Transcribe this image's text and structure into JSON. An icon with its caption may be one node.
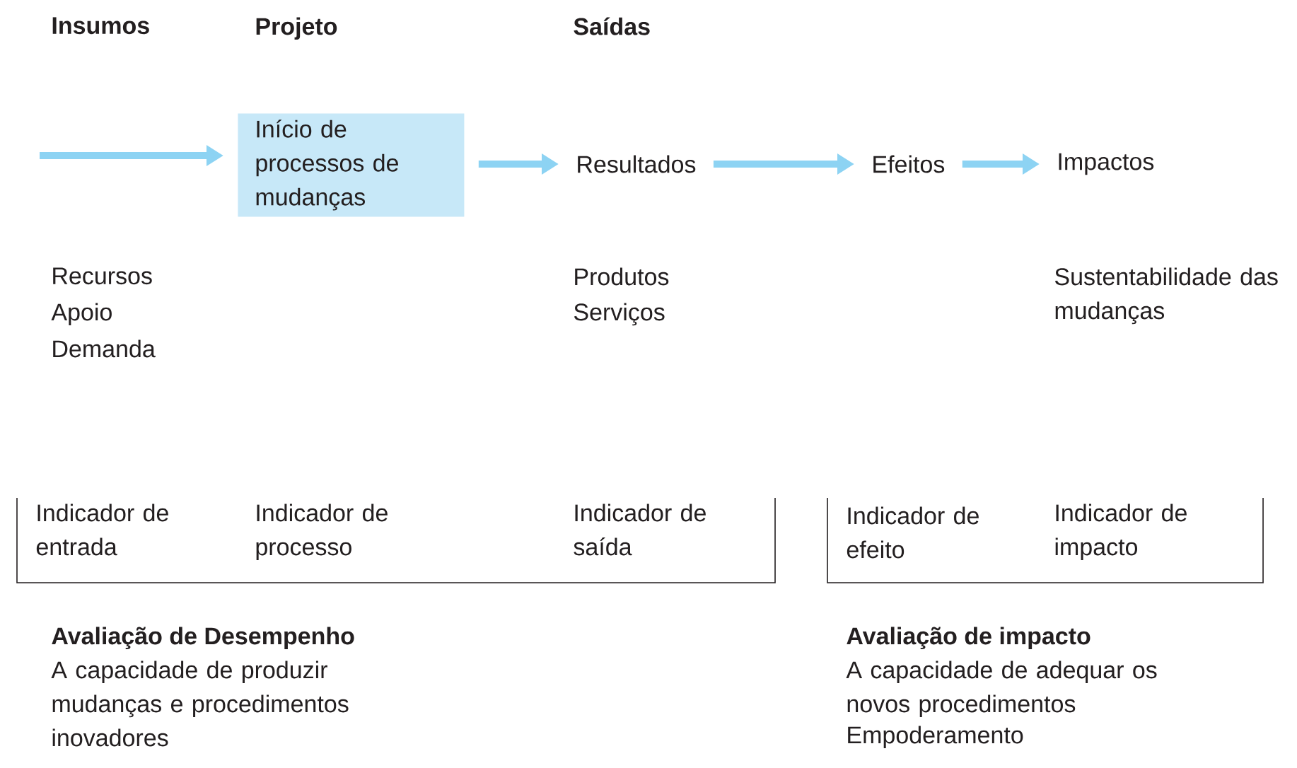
{
  "diagram": {
    "nodes": [
      {
        "text": [
          "Início de processos de mudanças"
        ]
      },
      {
        "text": [
          "Resultados"
        ]
      },
      {
        "text": [
          "Efeitos"
        ]
      },
      {
        "text": [
          "Impactos"
        ]
      }
    ],
    "edges": [
      {
        "from": null,
        "to": 0,
        "arrow": "to"
      },
      {
        "from": 0,
        "to": 1,
        "arrow": "to"
      },
      {
        "from": 1,
        "to": 2,
        "arrow": "to"
      },
      {
        "from": 2,
        "to": 3,
        "arrow": "to"
      }
    ],
    "labels": [
      "Insumos",
      "Projeto",
      "Saídas",
      "Recursos",
      "Apoio",
      "Demanda",
      "Produtos",
      "Serviços",
      "Sustentabilidade das mudanças",
      "Indicador de entrada",
      "Indicador de processo",
      "Indicador de saída",
      "Indicador de efeito",
      "Indicador de impacto",
      "Avaliação de Desempenho",
      "A capacidade de produzir mudanças e procedimentos inovadores",
      "Avaliação de impacto",
      "A capacidade de adequar os novos procedimentos",
      "Empoderamento"
    ]
  }
}
